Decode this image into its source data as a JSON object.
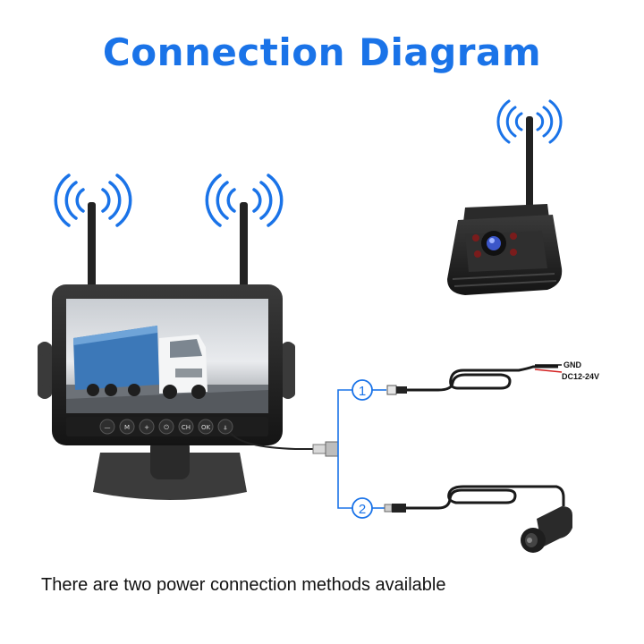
{
  "title": "Connection Diagram",
  "caption": "There are two power connection methods available",
  "colors": {
    "accent": "#1a73e8",
    "device": "#1c1c1c",
    "wire_red": "#d32020"
  },
  "options": [
    {
      "number": "1"
    },
    {
      "number": "2"
    }
  ],
  "wire_labels": {
    "gnd": "GND",
    "voltage": "DC12-24V"
  },
  "monitor_buttons": [
    "—",
    "M",
    "+",
    "⏻",
    "CH",
    "OK",
    "⍋"
  ],
  "icons": [
    "wifi-signal-icon",
    "antenna-icon",
    "camera-icon",
    "cigarette-lighter-plug-icon"
  ]
}
